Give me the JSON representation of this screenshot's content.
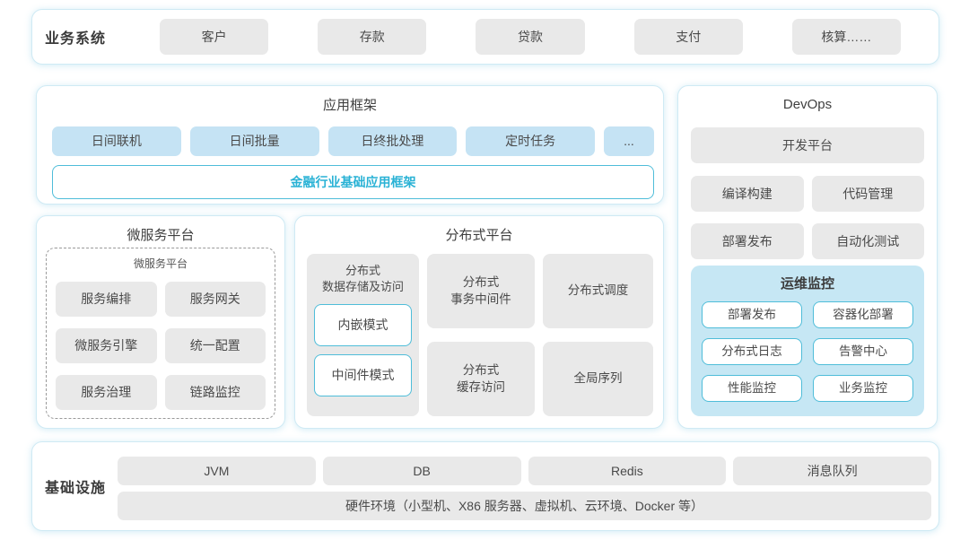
{
  "business_systems": {
    "label": "业务系统",
    "items": [
      "客户",
      "存款",
      "贷款",
      "支付",
      "核算……"
    ]
  },
  "app_framework": {
    "title": "应用框架",
    "modules": [
      "日间联机",
      "日间批量",
      "日终批处理",
      "定时任务"
    ],
    "more": "...",
    "base_framework": "金融行业基础应用框架"
  },
  "microservice_platform": {
    "title": "微服务平台",
    "inner_title": "微服务平台",
    "items": [
      "服务编排",
      "服务网关",
      "微服务引擎",
      "统一配置",
      "服务治理",
      "链路监控"
    ]
  },
  "distributed_platform": {
    "title": "分布式平台",
    "storage": {
      "label": "分布式\n数据存储及访问",
      "modes": [
        "内嵌模式",
        "中间件模式"
      ]
    },
    "cells": [
      "分布式\n事务中间件",
      "分布式调度",
      "分布式\n缓存访问",
      "全局序列"
    ]
  },
  "devops": {
    "title": "DevOps",
    "dev_platform": "开发平台",
    "tools": [
      "编译构建",
      "代码管理",
      "部署发布",
      "自动化测试"
    ],
    "monitoring": {
      "title": "运维监控",
      "items": [
        "部署发布",
        "容器化部署",
        "分布式日志",
        "告警中心",
        "性能监控",
        "业务监控"
      ]
    }
  },
  "infrastructure": {
    "label": "基础设施",
    "items": [
      "JVM",
      "DB",
      "Redis",
      "消息队列"
    ],
    "hardware": "硬件环境（小型机、X86 服务器、虚拟机、云环境、Docker 等）"
  },
  "colors": {
    "accent_teal_text": "#29b2d5",
    "teal_border": "#4fbdd9",
    "light_blue_fill": "#c5e3f4",
    "monitor_panel_fill": "#c6e7f4",
    "gray_fill": "#e9e9e9",
    "card_border": "#cfeaf4"
  }
}
